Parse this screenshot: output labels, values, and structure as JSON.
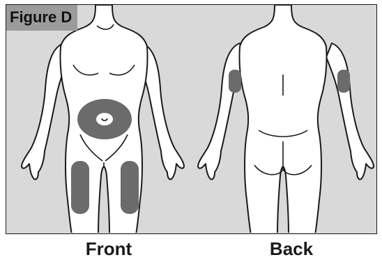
{
  "figure": {
    "tag": "Figure D"
  },
  "views": {
    "front_label": "Front",
    "back_label": "Back"
  },
  "colors": {
    "panel_bg": "#d9d9d9",
    "tag_bg": "#9b9b9b",
    "body_fill": "#ffffff",
    "injection_site": "#6b6b6b",
    "outline": "#1a1a1a"
  },
  "injection_sites": [
    "abdomen",
    "front-left-thigh",
    "front-right-thigh",
    "back-left-upper-arm",
    "back-right-upper-arm"
  ]
}
